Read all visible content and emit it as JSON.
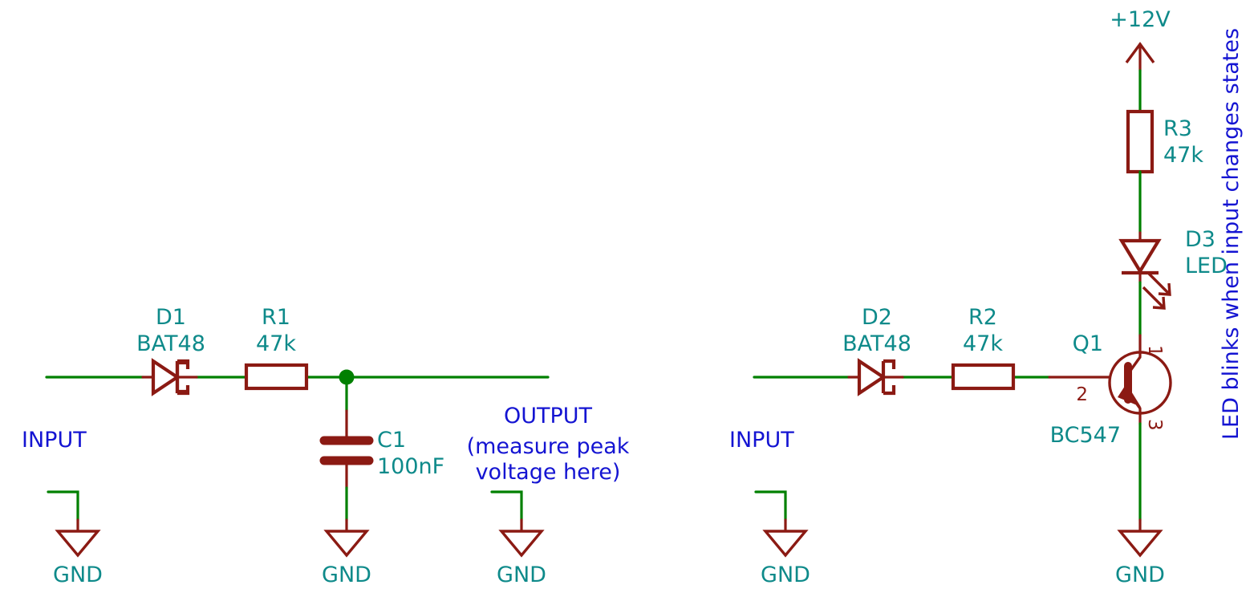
{
  "title": "Peak detector and LED indicator schematic",
  "colors": {
    "wire_green": "#008000",
    "component_dark_red": "#8b1a13",
    "field_label_teal": "#0e8a8a",
    "net_label_blue": "#1414d2",
    "background": "#ffffff"
  },
  "circuits": [
    {
      "id": "left",
      "name": "peak-detector",
      "input_label": "INPUT",
      "output_label": "OUTPUT",
      "output_note_line1": "(measure peak",
      "output_note_line2": "voltage here)",
      "components": [
        {
          "ref": "D1",
          "value": "BAT48",
          "type": "schottky-diode"
        },
        {
          "ref": "R1",
          "value": "47k",
          "type": "resistor"
        },
        {
          "ref": "C1",
          "value": "100nF",
          "type": "capacitor"
        }
      ],
      "ground_labels": [
        "GND",
        "GND",
        "GND"
      ]
    },
    {
      "id": "right",
      "name": "led-indicator",
      "input_label": "INPUT",
      "power_label": "+12V",
      "note": "LED blinks when input changes states",
      "components": [
        {
          "ref": "D2",
          "value": "BAT48",
          "type": "schottky-diode"
        },
        {
          "ref": "R2",
          "value": "47k",
          "type": "resistor"
        },
        {
          "ref": "R3",
          "value": "47k",
          "type": "resistor"
        },
        {
          "ref": "D3",
          "value": "LED",
          "type": "led"
        },
        {
          "ref": "Q1",
          "value": "BC547",
          "type": "npn-transistor",
          "pins": [
            {
              "number": "1",
              "function": "collector"
            },
            {
              "number": "2",
              "function": "base"
            },
            {
              "number": "3",
              "function": "emitter"
            }
          ]
        }
      ],
      "ground_labels": [
        "GND",
        "GND"
      ]
    }
  ],
  "labels": {
    "d1_ref": "D1",
    "d1_val": "BAT48",
    "r1_ref": "R1",
    "r1_val": "47k",
    "c1_ref": "C1",
    "c1_val": "100nF",
    "input_left": "INPUT",
    "output": "OUTPUT",
    "output_note1": "(measure peak",
    "output_note2": "voltage here)",
    "gnd_left_input": "GND",
    "gnd_left_cap": "GND",
    "gnd_left_output": "GND",
    "d2_ref": "D2",
    "d2_val": "BAT48",
    "r2_ref": "R2",
    "r2_val": "47k",
    "input_right": "INPUT",
    "gnd_right_input": "GND",
    "q1_ref": "Q1",
    "q1_val": "BC547",
    "q1_pin1": "1",
    "q1_pin2": "2",
    "q1_pin3": "3",
    "gnd_right_emitter": "GND",
    "r3_ref": "R3",
    "r3_val": "47k",
    "d3_ref": "D3",
    "d3_val": "LED",
    "power_12v": "+12V",
    "vertical_note": "LED blinks when input changes states"
  }
}
